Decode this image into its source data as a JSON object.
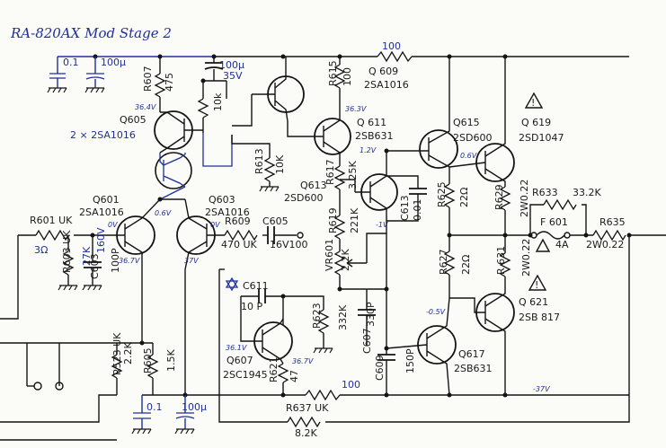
{
  "title": "RA-820AX  Mod Stage 2",
  "labels": {
    "c_top1": "0.1",
    "c_top2": "100μ",
    "r607": "R607",
    "r607_v": "475",
    "c_100u35": "100μ",
    "c_35v": "35V",
    "r_10k_a": "10k",
    "r615": "R615",
    "r615_v": "100",
    "q609": "Q 609",
    "q609_t": "2SA1016",
    "r_top_100": "100",
    "q605": "Q605",
    "q605_t": "2 × 2SA1016",
    "q611": "Q 611",
    "q611_t": "2SB631",
    "q615": "Q615",
    "q615_t": "2SD600",
    "q619": "Q 619",
    "q619_t": "2SD1047",
    "r613": "R613",
    "r613_v": "10K",
    "r617": "R617",
    "r617_v": "3.25K",
    "q613": "Q613",
    "q613_t": "2SD600",
    "c613": "C613",
    "c613_v": "0.01",
    "r625": "R625",
    "r625_v": "22Ω",
    "r629": "R629",
    "r629_v": "2W0.22",
    "r633": "R633",
    "r633_v": "33.2K",
    "q601": "Q601",
    "q601_t": "2SA1016",
    "q603": "Q603",
    "q603_t": "2SA1016",
    "r601": "R601 UK",
    "r601_v": "3Ω",
    "r609": "R609",
    "r609_v": "470 UK",
    "c605": "C605",
    "c605_v": "16V100",
    "r619": "R619",
    "r619_v": "221K",
    "f601": "F 601",
    "f601_v": "4A",
    "r635": "R635",
    "r635_v": "2W0.22",
    "r603": "R603 UK",
    "r603_v": "27K",
    "c603": "C603",
    "c603_v": "160V",
    "c603_v2": "100P",
    "c611": "C611",
    "c611_v": "10 P",
    "vr601": "VR601",
    "vr601_v": "2.2K",
    "r627": "R627",
    "r627_v": "22Ω",
    "r631": "R 631",
    "r631_v": "2W0.22",
    "q621": "Q 621",
    "q621_t": "2SB 817",
    "r623": "R623",
    "r623_v": "332K",
    "c607": "C607",
    "c607_v": "330P",
    "q607": "Q607",
    "q607_t": "2SC1945",
    "r621": "R621",
    "r621_v": "47",
    "c609": "C609",
    "c609_v": "150P",
    "q617": "Q617",
    "q617_t": "2SB631",
    "r523": "R523 UK",
    "r523_v": "2.2K",
    "r605": "R605",
    "r605_v": "1.5K",
    "c_bot1": "0.1",
    "c_bot2": "100μ",
    "r_bot_100": "100",
    "r637": "R637 UK",
    "r637_v": "8.2K",
    "v_q605": "36.4V",
    "v_r615": "36.3V",
    "v_q611b": "1.2V",
    "v_q615e": "0.6V",
    "v_q601": "0.6V",
    "v_q601b": "0V",
    "v_q601e": "36.7V",
    "v_q603e": "37V",
    "v_q603b": "0V",
    "v_q613e": "-1V",
    "v_q617b": "-0.5V",
    "v_q607c": "36.1V",
    "v_q607e": "36.7V",
    "v_rail_neg": "-37V"
  }
}
